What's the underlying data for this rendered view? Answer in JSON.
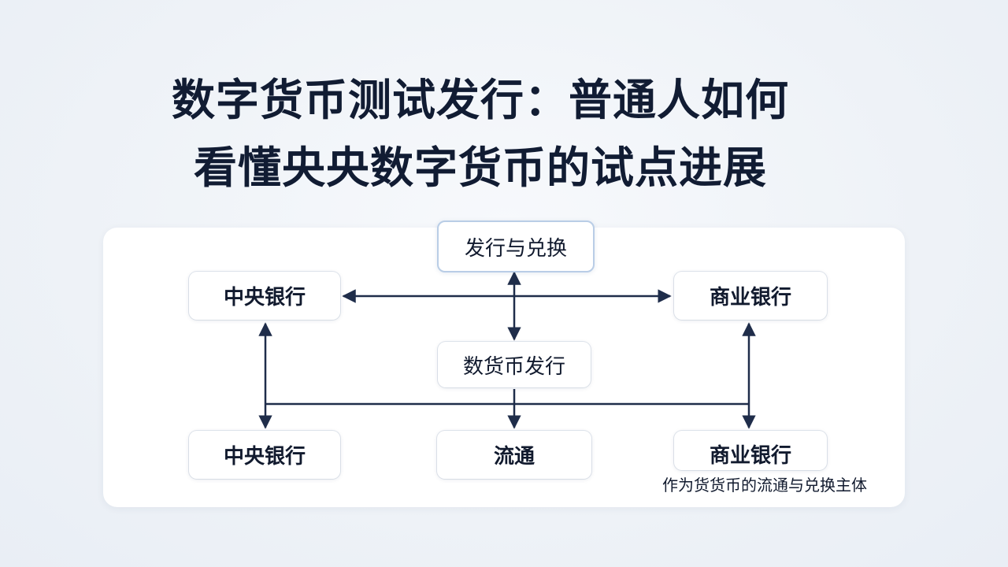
{
  "title": {
    "line1": "数字货币测试发行：普通人如何",
    "line2": "看懂央央数字货币的试点进展"
  },
  "diagram": {
    "nodes": {
      "issue_exchange": "发行与兑换",
      "central_bank_top": "中央银行",
      "commercial_bank_top": "商业银行",
      "digital_issue": "数货币发行",
      "central_bank_bottom": "中央银行",
      "circulation": "流通",
      "commercial_bank_bottom": "商业银行"
    },
    "note": "作为货货币的流通与兑换主体",
    "colors": {
      "arrow": "#1f2d4a",
      "title": "#111c33"
    }
  }
}
